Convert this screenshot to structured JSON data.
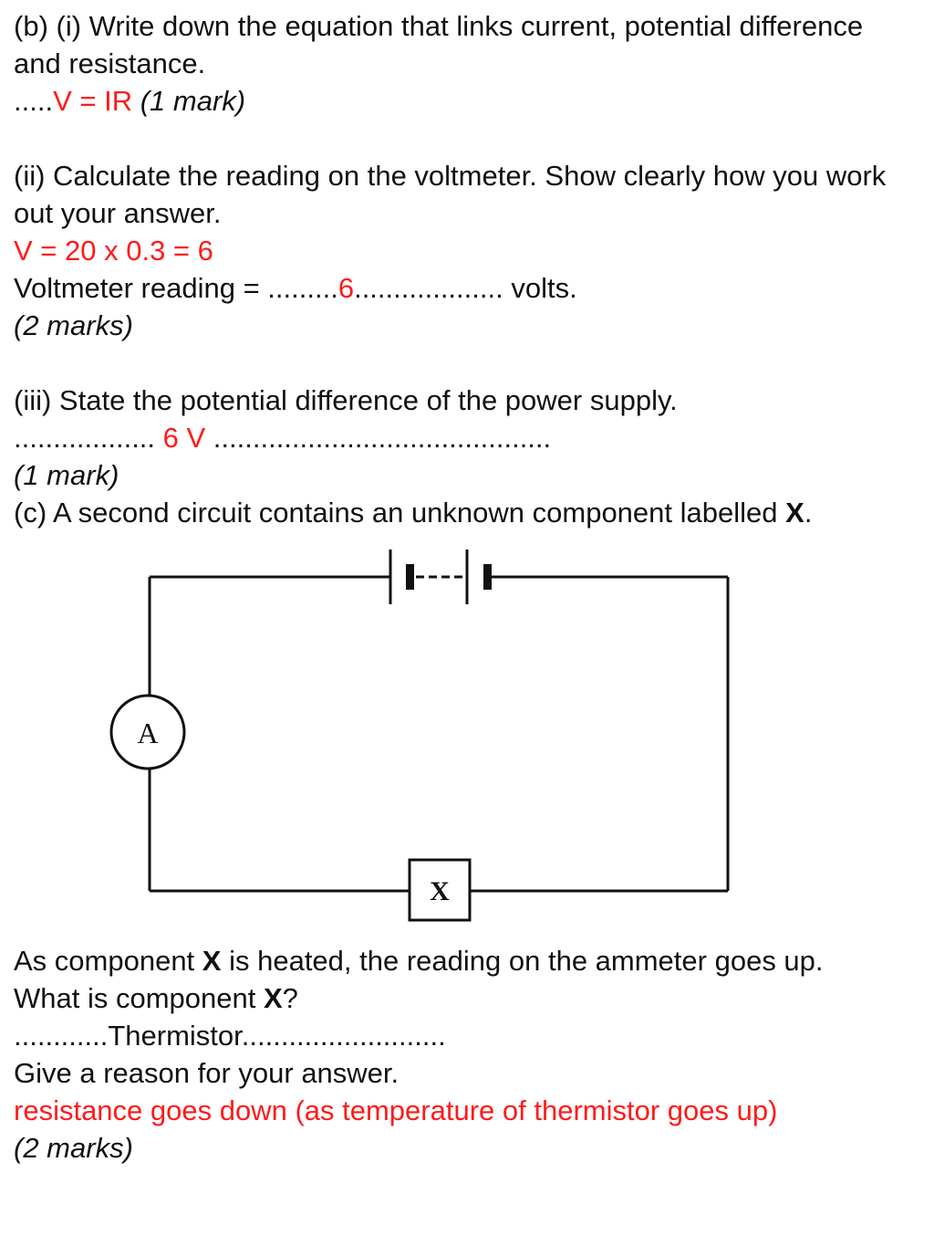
{
  "part_b": {
    "i_question": "(b) (i) Write down the equation that links current, potential difference and resistance.",
    "i_dots": ".....",
    "i_answer": "V = IR",
    "i_marks": "(1 mark)",
    "ii_question": "(ii) Calculate the reading on the voltmeter. Show clearly how you work out your answer.",
    "ii_working": "V = 20 x 0.3 = 6",
    "ii_reading_label": "Voltmeter reading = .........",
    "ii_reading_value": "6",
    "ii_reading_suffix": "................... volts.",
    "ii_marks": "(2 marks)",
    "iii_question": "(iii) State the potential difference of the power supply.",
    "iii_dots_before": "..................",
    "iii_answer": " 6 V ",
    "iii_dots_after": "...........................................",
    "iii_marks": "(1 mark)"
  },
  "part_c": {
    "intro_text": "(c) A second circuit contains an unknown component labelled ",
    "intro_bold": "X",
    "intro_end": ".",
    "circuit": {
      "ammeter_label": "A",
      "component_label": "X"
    },
    "heated_pre": "As component ",
    "heated_bold": "X",
    "heated_post": " is heated, the reading on the ammeter goes up.",
    "what_pre": "What is component ",
    "what_bold": "X",
    "what_post": "?",
    "answer_line": "............Thermistor..........................",
    "reason_prompt": "Give a reason for your answer.",
    "reason_answer": "resistance goes down (as temperature of thermistor goes up)",
    "marks": "(2 marks)"
  }
}
